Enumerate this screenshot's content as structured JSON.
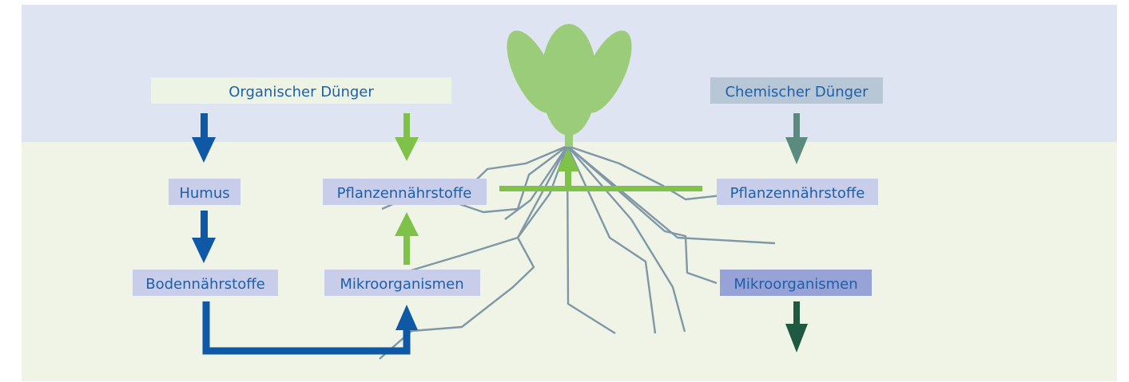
{
  "labels": {
    "organic_fertilizer": "Organischer Dünger",
    "chemical_fertilizer": "Chemischer Dünger",
    "humus": "Humus",
    "plant_nutrients_left": "Pflanzennährstoffe",
    "plant_nutrients_right": "Pflanzennährstoffe",
    "soil_nutrients": "Bodennährstoffe",
    "microorganisms_left": "Mikroorganismen",
    "microorganisms_right": "Mikroorganismen"
  },
  "colors": {
    "sky": "#dfe4f2",
    "soil": "#eff4e6",
    "text_blue": "#1f5fa8",
    "blue_arrow": "#0e58a6",
    "green_arrow": "#7fc24a",
    "grey_arrow": "#5b8a7f",
    "dark_green_arrow": "#1d5a3f",
    "root": "#7f97a6",
    "plant": "#9bcc7a"
  }
}
